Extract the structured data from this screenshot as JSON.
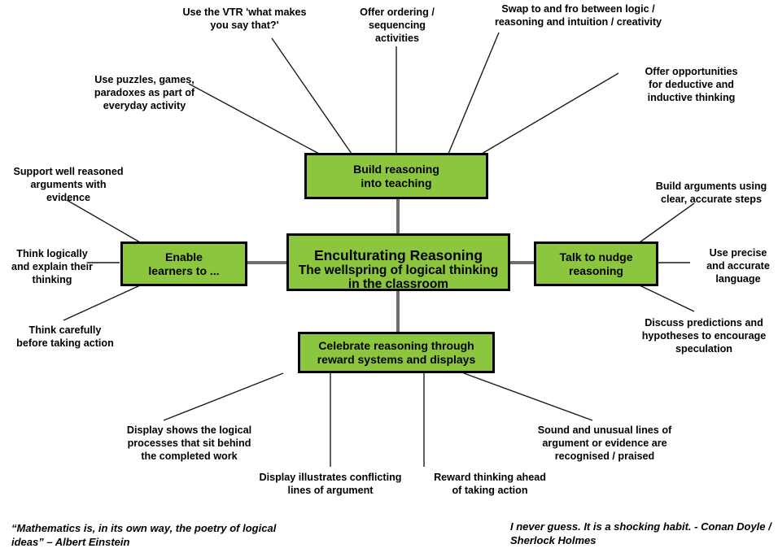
{
  "diagram": {
    "center": {
      "title_line1": "Enculturating Reasoning",
      "title_rest": "The wellspring of logical thinking\nin the classroom"
    },
    "branches": {
      "top": "Build reasoning\ninto teaching",
      "left": "Enable\nlearners to ...",
      "right": "Talk to nudge\nreasoning",
      "bottom": "Celebrate reasoning through\nreward systems  and displays"
    },
    "leaves": {
      "top_branch": [
        "Use puzzles, games,\nparadoxes as part of\neveryday activity",
        "Use the VTR 'what makes\nyou  say that?'",
        "Offer ordering /\nsequencing\nactivities",
        "Swap to and  fro between logic /\nreasoning and intuition  / creativity",
        "Offer opportunities\nfor deductive and\ninductive thinking"
      ],
      "left_branch": [
        "Support well reasoned\narguments with\nevidence",
        "Think logically\nand explain their\nthinking",
        "Think carefully\nbefore taking action"
      ],
      "right_branch": [
        "Build arguments using\nclear, accurate steps",
        "Use precise\nand accurate\nlanguage",
        "Discuss predictions and\nhypotheses to encourage\nspeculation"
      ],
      "bottom_branch": [
        "Display shows the logical\nprocesses that sit behind\nthe completed work",
        "Display illustrates conflicting\nlines of argument",
        "Reward thinking ahead\nof taking action",
        "Sound  and unusual  lines of\nargument or evidence are\nrecognised / praised"
      ]
    },
    "quotes": {
      "left": "“Mathematics is, in its own way, the poetry of logical\nideas” – Albert Einstein",
      "right": "I never guess. It is a shocking habit.  - Conan Doyle /\nSherlock Holmes"
    },
    "colors": {
      "node_fill": "#8CC63E",
      "node_border": "#000000",
      "trunk_line": "#6E6E6E",
      "leaf_line": "#1A1A1A",
      "text": "#000000",
      "background": "#FFFFFF"
    }
  }
}
